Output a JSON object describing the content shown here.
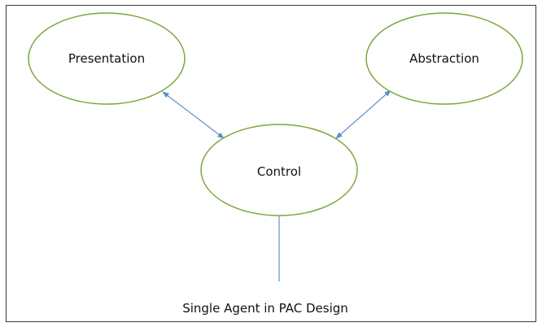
{
  "diagram": {
    "nodes": {
      "presentation": {
        "label": "Presentation"
      },
      "abstraction": {
        "label": "Abstraction"
      },
      "control": {
        "label": "Control"
      }
    },
    "caption": "Single Agent in PAC Design",
    "colors": {
      "node_stroke": "#7aa63e",
      "connector": "#5b8fc9",
      "frame": "#3a3a3a",
      "text": "#111111"
    }
  }
}
